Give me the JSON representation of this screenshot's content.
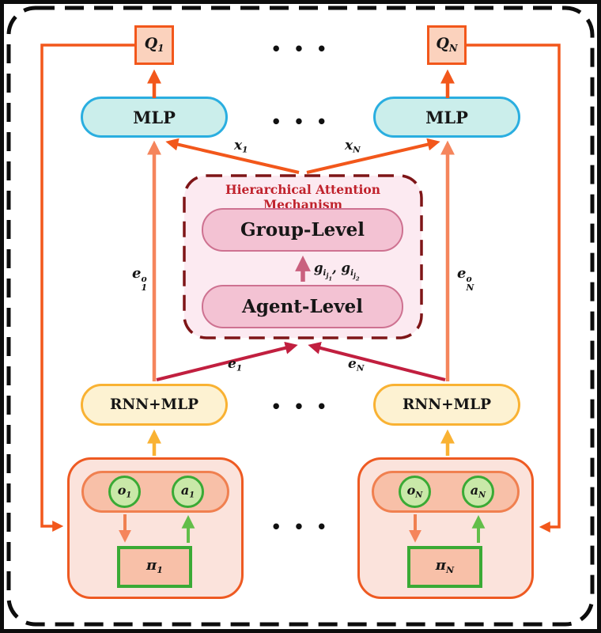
{
  "attention": {
    "title": "Hierarchical Attention Mechanism",
    "group_label": "Group-Level",
    "agent_label": "Agent-Level",
    "gate": {
      "p1": {
        "base": "g",
        "s1": "i",
        "s2": "j",
        "s3": "1"
      },
      "comma": ",",
      "p2": {
        "base": "g",
        "s1": "i",
        "s2": "j",
        "s3": "2"
      }
    }
  },
  "agent_1": {
    "q": {
      "base": "Q",
      "sub": "1"
    },
    "mlp_label": "MLP",
    "rnn_label": "RNN+MLP",
    "x": {
      "base": "x",
      "sub": "1"
    },
    "eo": {
      "base": "e",
      "sub": "1",
      "sup": "o"
    },
    "e": {
      "base": "e",
      "sub": "1"
    },
    "obs": {
      "base": "o",
      "sub": "1"
    },
    "act": {
      "base": "a",
      "sub": "1"
    },
    "policy": {
      "base": "π",
      "sub": "1"
    }
  },
  "agent_N": {
    "q": {
      "base": "Q",
      "sub": "N"
    },
    "mlp_label": "MLP",
    "rnn_label": "RNN+MLP",
    "x": {
      "base": "x",
      "sub": "N"
    },
    "eo": {
      "base": "e",
      "sub": "N",
      "sup": "o"
    },
    "e": {
      "base": "e",
      "sub": "N"
    },
    "obs": {
      "base": "o",
      "sub": "N"
    },
    "act": {
      "base": "a",
      "sub": "N"
    },
    "policy": {
      "base": "π",
      "sub": "N"
    }
  },
  "ellipsis": "• • •",
  "colors": {
    "arrow_orange": "#F2571B",
    "arrow_salmon": "#F5855C",
    "arrow_yellow": "#F9B233",
    "arrow_green": "#62BE49",
    "arrow_crimson": "#C11F3F",
    "arrow_pink": "#C9607E",
    "attention_border": "#7E1517",
    "attention_fill": "#FCEAF1",
    "attention_title": "#C0222C",
    "level_fill": "#F3C2D3",
    "level_border": "#CE7291",
    "mlp_fill": "#CBEEEB",
    "mlp_border": "#2AAEE0",
    "q_fill": "#FBD2BD",
    "rnn_fill": "#FDF2D2",
    "rnn_border": "#F9B233",
    "agent_fill": "#FBE3DC",
    "agent_border": "#EE5A22",
    "capsule_fill": "#F8C0A8",
    "circle_fill": "#C9E8A8",
    "circle_border": "#3AAA35",
    "frame": "#0D0D0D"
  }
}
